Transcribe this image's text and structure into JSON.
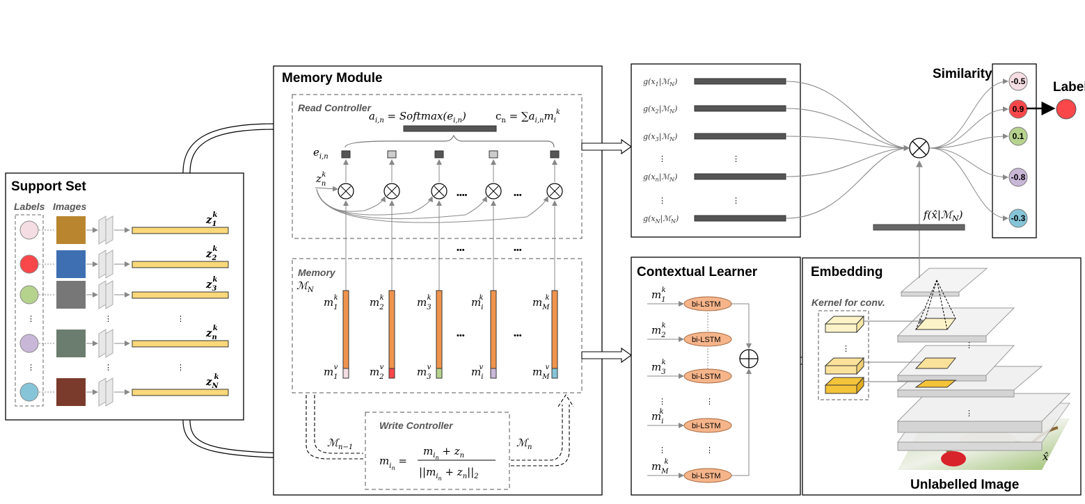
{
  "support_set": {
    "title": "Support Set",
    "labels_header": "Labels",
    "images_header": "Images",
    "label_colors": [
      "#f4dde3",
      "#f9474a",
      "#b6d38e",
      "#c9b7d8",
      "#86c5d8"
    ],
    "z_labels": [
      "z",
      "z",
      "z",
      "z",
      "z"
    ],
    "z_subs": [
      "1",
      "2",
      "3",
      "n",
      "N"
    ],
    "z_sup": "k"
  },
  "memory_module": {
    "title": "Memory Module",
    "read_controller": "Read Controller",
    "softmax_formula": "a",
    "softmax_sub": "i,n",
    "softmax_rhs": " = Softmax(e",
    "softmax_rhs_sub": "i,n",
    "softmax_close": ")",
    "c_formula": "c",
    "c_sub": "n",
    "c_rhs": " = ∑a",
    "c_rhs_sub": "i,n",
    "c_m": "m",
    "c_m_sub": "i",
    "c_m_sup": "k",
    "e_label": "e",
    "e_sub": "i,n",
    "zn_label": "z",
    "zn_sub": "n",
    "zn_sup": "k",
    "memory": "Memory",
    "memory_set": "ℳ",
    "memory_set_sub": "N",
    "mk_subs": [
      "1",
      "2",
      "3",
      "i",
      "M"
    ],
    "mv_colors": [
      "#f4dde3",
      "#f9474a",
      "#b6d38e",
      "#c9b7d8",
      "#86c5d8"
    ],
    "m_sym": "m",
    "k_sup": "k",
    "v_sup": "v",
    "write_controller": "Write Controller",
    "mn_minus": "ℳ",
    "mn_minus_sub": "n−1",
    "mn": "ℳ",
    "mn_sub": "n",
    "write_lhs": "m",
    "write_lhs_sub": "i",
    "write_lhs_subsub": "n",
    "write_num": "m",
    "write_num_plus": " + z",
    "write_den_left": "||m",
    "write_den_plus": " + z",
    "write_den_right": "||",
    "write_den_2": "2"
  },
  "g_panel": {
    "rows": [
      {
        "label": "g(x",
        "sub": "1",
        "rest": "|ℳ",
        "rsub": "N",
        "close": ")"
      },
      {
        "label": "g(x",
        "sub": "2",
        "rest": "|ℳ",
        "rsub": "N",
        "close": ")"
      },
      {
        "label": "g(x",
        "sub": "3",
        "rest": "|ℳ",
        "rsub": "N",
        "close": ")"
      },
      {
        "label": "g(x",
        "sub": "n",
        "rest": "|ℳ",
        "rsub": "N",
        "close": ")"
      },
      {
        "label": "g(x",
        "sub": "N",
        "rest": "|ℳ",
        "rsub": "N",
        "close": ")"
      }
    ]
  },
  "contextual": {
    "title": "Contextual Learner",
    "cell": "bi-LSTM",
    "subs": [
      "1",
      "2",
      "3",
      "i",
      "M"
    ]
  },
  "embedding": {
    "title": "Embedding",
    "kernel": "Kernel for conv.",
    "f_label": "f(x̂|ℳ",
    "f_sub": "N",
    "f_close": ")",
    "xhat": "x̂",
    "unlabelled": "Unlabelled Image"
  },
  "similarity": {
    "title": "Similarity",
    "values": [
      "-0.5",
      "0.9",
      "0.1",
      "-0.8",
      "-0.3"
    ],
    "colors": [
      "#f4dde3",
      "#f9474a",
      "#b6d38e",
      "#c9b7d8",
      "#86c5d8"
    ],
    "label": "Label",
    "label_color": "#f9474a"
  }
}
